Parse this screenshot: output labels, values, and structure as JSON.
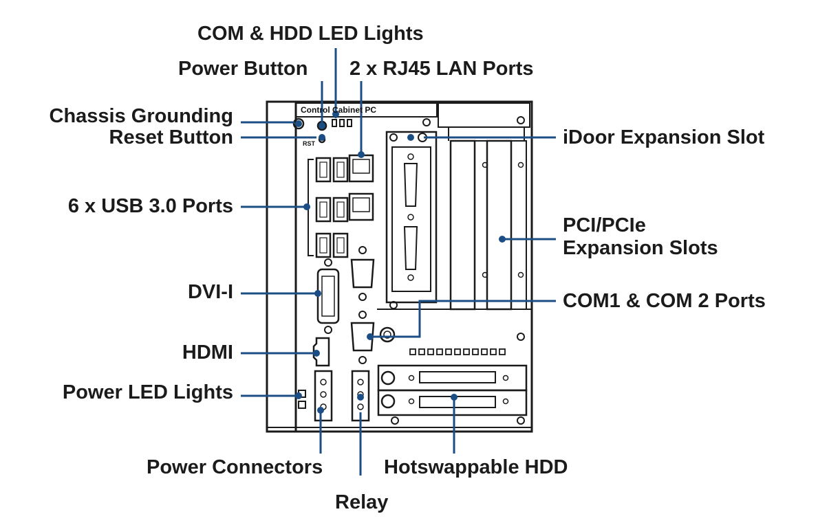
{
  "labels": {
    "com_hdd_led": "COM & HDD LED Lights",
    "power_button": "Power Button",
    "lan_ports": "2 x RJ45 LAN Ports",
    "chassis_grounding": "Chassis Grounding",
    "reset_button": "Reset Button",
    "usb_ports": "6 x USB 3.0 Ports",
    "dvi": "DVI-I",
    "hdmi": "HDMI",
    "power_led": "Power LED Lights",
    "power_connectors": "Power Connectors",
    "relay": "Relay",
    "hotswap_hdd": "Hotswappable HDD",
    "idoor": "iDoor Expansion Slot",
    "pci_line1": "PCI/PCIe",
    "pci_line2": "Expansion Slots",
    "com_ports": "COM1 & COM 2 Ports"
  },
  "device": {
    "title": "Control Cabinet PC",
    "rst": "RST"
  },
  "colors": {
    "leader": "#1c4e86",
    "outline": "#1a1a1a",
    "text": "#1b1b1b"
  }
}
